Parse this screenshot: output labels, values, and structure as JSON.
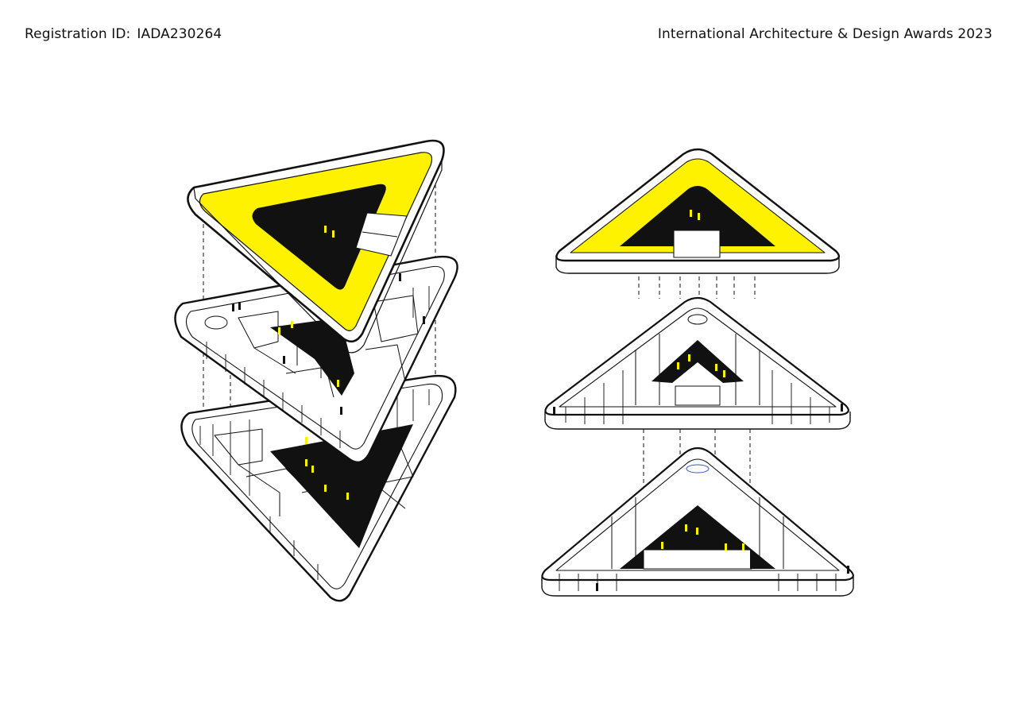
{
  "header": {
    "registration_label": "Registration ID:",
    "registration_id": "IADA230264",
    "award_title": "International Architecture & Design Awards 2023"
  },
  "colors": {
    "accent_yellow": "#FFF200",
    "ink": "#111111",
    "paper": "#FFFFFF"
  },
  "diagrams": {
    "left": {
      "name": "exploded-axonometric-left",
      "levels": 3
    },
    "right": {
      "name": "exploded-elevation-right",
      "levels": 3
    }
  }
}
